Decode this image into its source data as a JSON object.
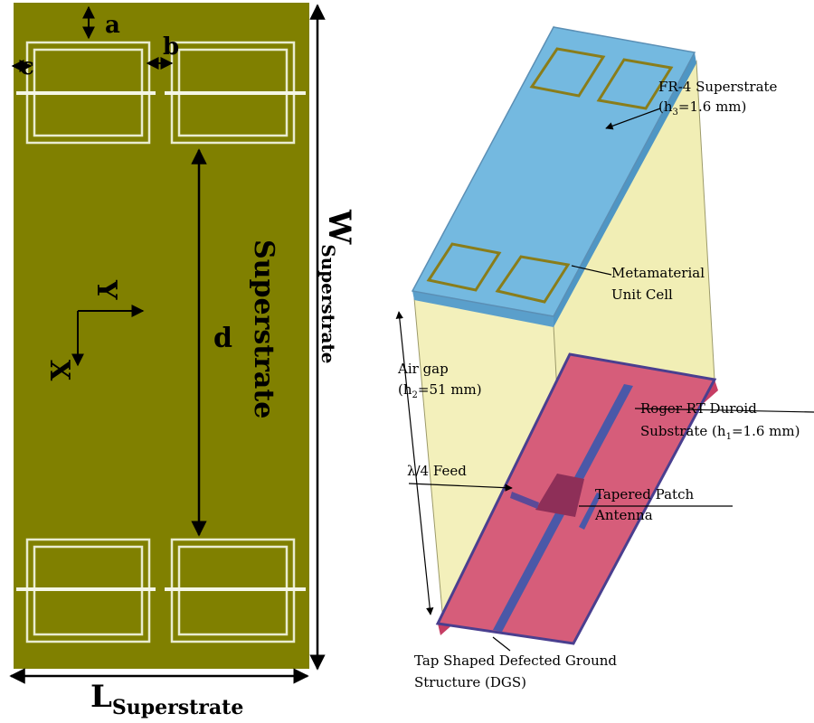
{
  "left_panel": {
    "dim_a": "a",
    "dim_b": "b",
    "dim_c": "c",
    "dim_d": "d",
    "axis_y": "Y",
    "axis_x": "X",
    "superstrate": "Superstrate",
    "w_main": "W",
    "w_sub": "Superstrate",
    "l_main": "L",
    "l_sub": "Superstrate"
  },
  "right_panel": {
    "fr4_line1": "FR-4 Superstrate",
    "fr4_line2_pre": "(h",
    "fr4_line2_sub": "3",
    "fr4_line2_post": "=1.6 mm)",
    "meta_line1": "Metamaterial",
    "meta_line2": "Unit Cell",
    "air_line1": "Air gap",
    "air_line2_pre": "(h",
    "air_line2_sub": "2",
    "air_line2_post": "=51 mm)",
    "roger_line1": "Roger RT Duroid",
    "roger_line2_pre": "Substrate (h",
    "roger_line2_sub": "1",
    "roger_line2_post": "=1.6 mm)",
    "feed": "λ/4 Feed",
    "patch_line1": "Tapered Patch",
    "patch_line2": "Antenna",
    "dgs_line1": "Tap Shaped Defected Ground",
    "dgs_line2": "Structure (DGS)"
  },
  "colors": {
    "superstrate_olive": "#808000",
    "fr4_blue": "#74b9e0",
    "air_yellow": "#f3f0bb",
    "substrate_pink": "#d65d7a",
    "feed_blue": "#4a58a8"
  }
}
